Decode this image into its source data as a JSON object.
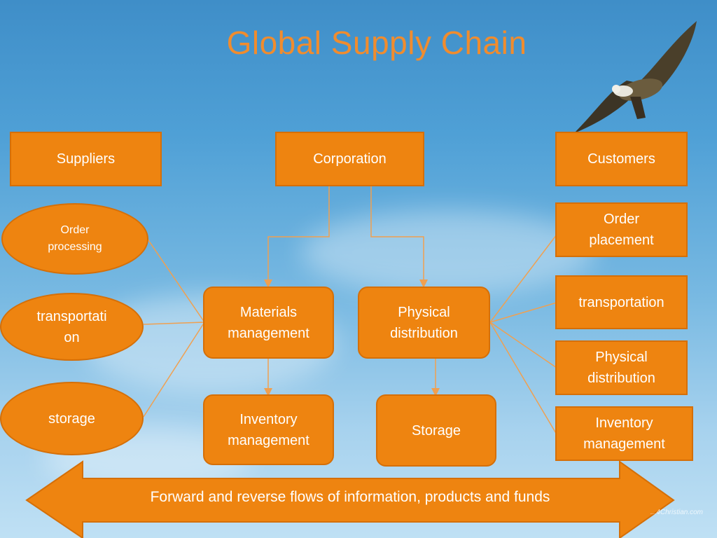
{
  "title": "Global Supply Chain",
  "top_boxes": {
    "suppliers": "Suppliers",
    "corporation": "Corporation",
    "customers": "Customers"
  },
  "left_ovals": {
    "order_processing": "Order\nprocessing",
    "transportation": "transportati\non",
    "storage": "storage"
  },
  "middle": {
    "materials_management": "Materials\nmanagement",
    "physical_distribution": "Physical\ndistribution",
    "inventory_management": "Inventory\nmanagement",
    "storage": "Storage"
  },
  "right_boxes": {
    "order_placement": "Order\nplacement",
    "transportation": "transportation",
    "physical_distribution": "Physical\ndistribution",
    "inventory_management": "Inventory\nmanagement"
  },
  "flow_arrow": "Forward and reverse flows of information, products and funds",
  "watermark": "...4Christian.com",
  "colors": {
    "box_fill": "#ee8410",
    "title": "#f08c2e",
    "line": "#f0a050",
    "sky": "#4fa0d6"
  }
}
